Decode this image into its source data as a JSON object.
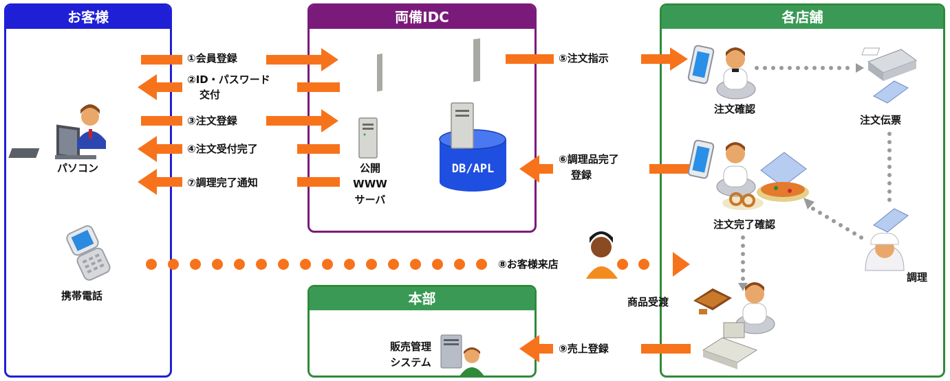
{
  "panels": {
    "customer": {
      "title": "お客様",
      "color": "#1f1fd6"
    },
    "idc": {
      "title": "両備IDC",
      "color": "#7a1a7a"
    },
    "store": {
      "title": "各店舗",
      "color": "#2f8a3a"
    },
    "hq": {
      "title": "本部",
      "color": "#2f8a3a"
    }
  },
  "labels": {
    "pc": "パソコン",
    "phone": "携帯電話",
    "step1": "①会員登録",
    "step2_line1": "②ID・パスワード",
    "step2_line2": "交付",
    "step3": "③注文登録",
    "step4": "④注文受付完了",
    "step7": "⑦調理完了通知",
    "server_line1": "公開",
    "server_line2": "WWW",
    "server_line3": "サーバ",
    "db": "DB/APL",
    "step5": "⑤注文指示",
    "step6_line1": "⑥調理品完了",
    "step6_line2": "登録",
    "order_confirm": "注文確認",
    "order_slip": "注文伝票",
    "order_complete": "注文完了確認",
    "cook": "調理",
    "step8": "⑧お客様来店",
    "handover": "商品受渡",
    "step9": "⑨売上登録",
    "sales_line1": "販売管理",
    "sales_line2": "システム"
  },
  "colors": {
    "arrow": "#f7731b",
    "dots_gray": "#9a9a9a"
  }
}
